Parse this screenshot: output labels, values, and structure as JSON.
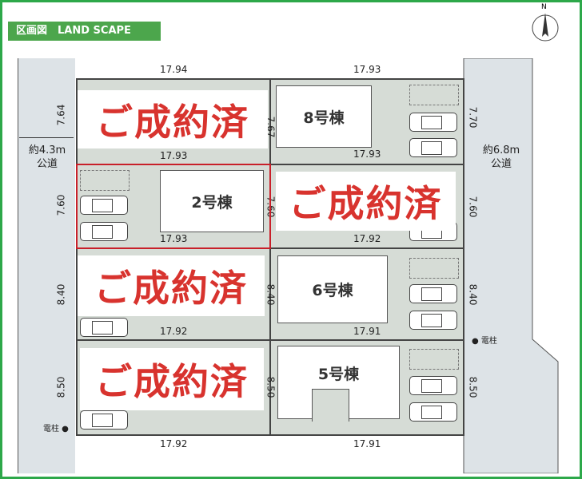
{
  "header": {
    "title": "区画図　LAND SCAPE"
  },
  "compass": {
    "label": "N"
  },
  "roads": {
    "left": {
      "width": "約4.3m",
      "type": "公道"
    },
    "right": {
      "width": "約6.8m",
      "type": "公道"
    }
  },
  "poles": {
    "label": "電柱"
  },
  "top_dims": [
    "17.94",
    "17.93"
  ],
  "bottom_dims": [
    "17.92",
    "17.91"
  ],
  "left_dims": [
    "7.64",
    "7.60",
    "8.40",
    "8.50"
  ],
  "mid_dims": [
    "7.67",
    "7.60",
    "8.40",
    "8.50"
  ],
  "right_dims": [
    "7.70",
    "7.60",
    "8.40",
    "8.50"
  ],
  "inner_dims": [
    "17.93",
    "17.93",
    "17.93",
    "17.92",
    "17.92",
    "17.91"
  ],
  "houses": [
    "8号棟",
    "2号棟",
    "6号棟",
    "5号棟"
  ],
  "stamp": "ご成約済",
  "colors": {
    "accent": "#2da84a",
    "stamp": "#d8332e",
    "highlight": "#c8202a"
  }
}
